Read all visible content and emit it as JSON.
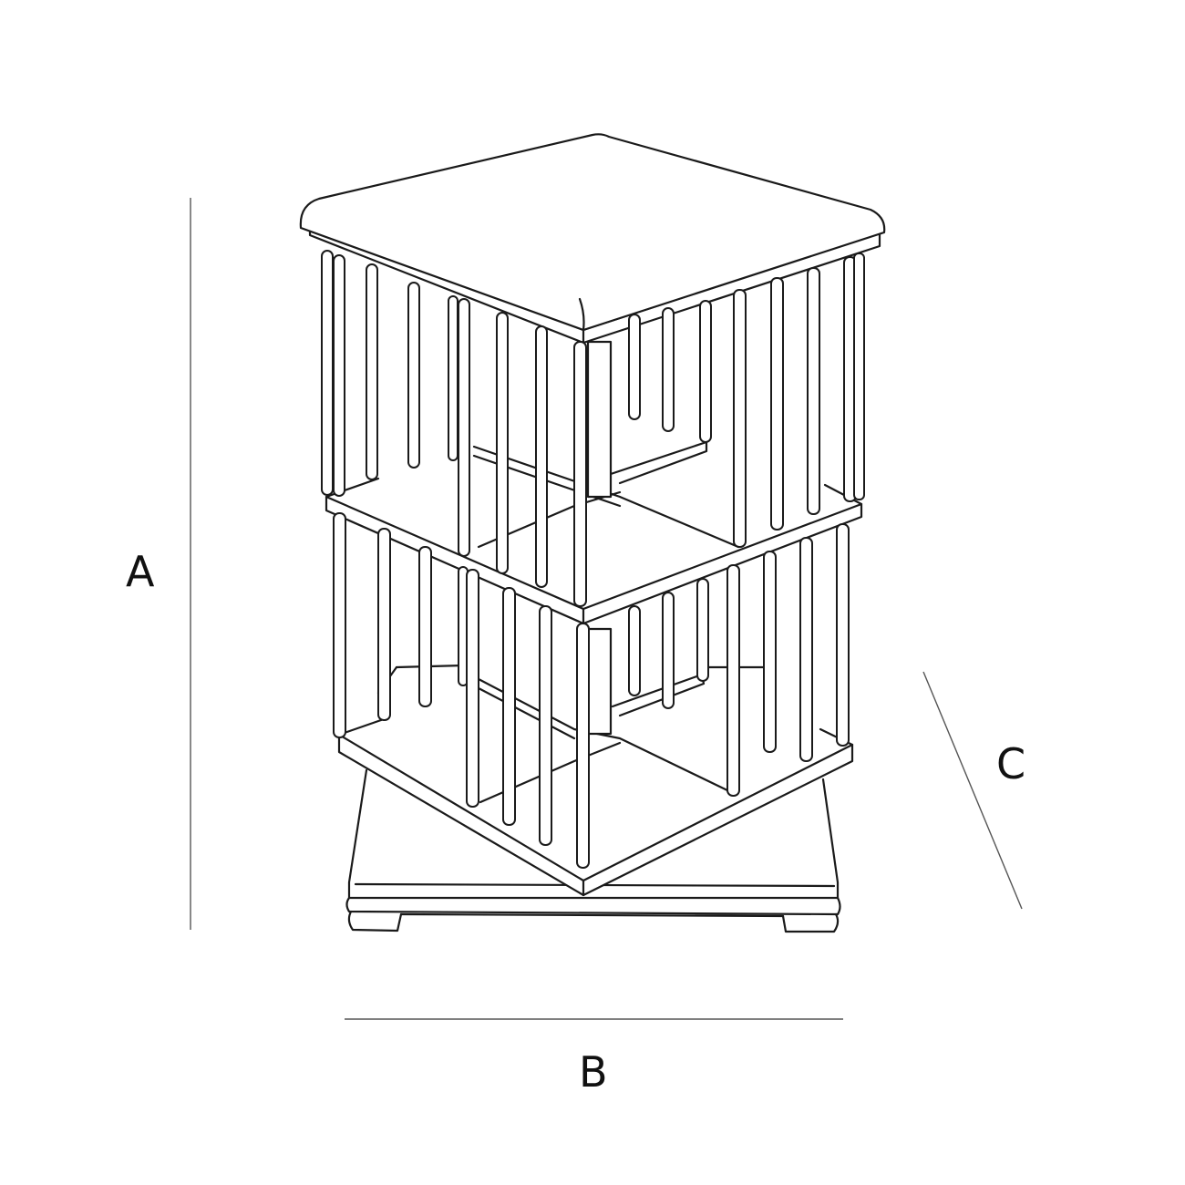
{
  "diagram": {
    "subject": "revolving bookcase (two tiers, slatted sides, rotating base)",
    "line_color": "#1a1a1a",
    "dimension_line_color": "#555555",
    "labels": {
      "height": "A",
      "width": "B",
      "depth": "C"
    }
  }
}
